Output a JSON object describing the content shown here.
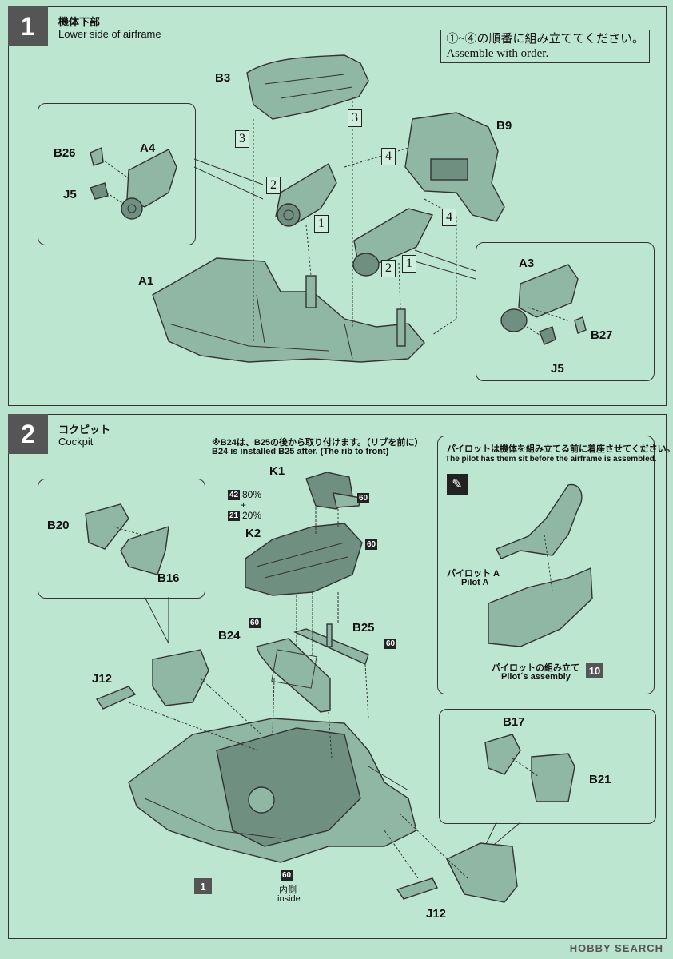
{
  "step1": {
    "number": "1",
    "title_jp": "機体下部",
    "title_en": "Lower side of airframe",
    "order_note_jp": "①~④の順番に組み立ててください。",
    "order_note_en": "Assemble with order.",
    "labels": {
      "b3": "B3",
      "b9": "B9",
      "b26": "B26",
      "a4": "A4",
      "j5_left": "J5",
      "a1": "A1",
      "a3": "A3",
      "b27": "B27",
      "j5_right": "J5"
    },
    "order_marks": {
      "m3a": "3",
      "m3b": "3",
      "m2a": "2",
      "m4a": "4",
      "m1a": "1",
      "m4b": "4",
      "m2b": "2",
      "m1b": "1"
    }
  },
  "step2": {
    "number": "2",
    "title_jp": "コクピット",
    "title_en": "Cockpit",
    "note_jp": "※B24は、B25の後から取り付けます。（リブを前に）",
    "note_en": "B24 is installed B25 after. (The rib to front)",
    "labels": {
      "k1": "K1",
      "k2": "K2",
      "b20": "B20",
      "b16": "B16",
      "b24": "B24",
      "b25": "B25",
      "j12_top": "J12",
      "j12_bottom": "J12",
      "b17": "B17",
      "b21": "B21"
    },
    "paint": {
      "mix_a_code": "42",
      "mix_a_pct": "80%",
      "plus": "+",
      "mix_b_code": "21",
      "mix_b_pct": "20%",
      "tag_k1": "60",
      "tag_k2": "60",
      "tag_b24": "60",
      "tag_b25": "60",
      "tag_inside": "60"
    },
    "inside_jp": "内側",
    "inside_en": "inside",
    "ref_step": "1",
    "pilot_note_jp": "パイロットは機体を組み立てる前に着座させてください。",
    "pilot_note_en": "The pilot has them sit before the airframe is assembled.",
    "pilot_label_jp": "パイロット A",
    "pilot_label_en": "Pilot A",
    "pilot_assembly_jp": "パイロットの組み立て",
    "pilot_assembly_en": "Pilot´s assembly",
    "pilot_ref_step": "10"
  },
  "watermark": "HOBBY SEARCH"
}
